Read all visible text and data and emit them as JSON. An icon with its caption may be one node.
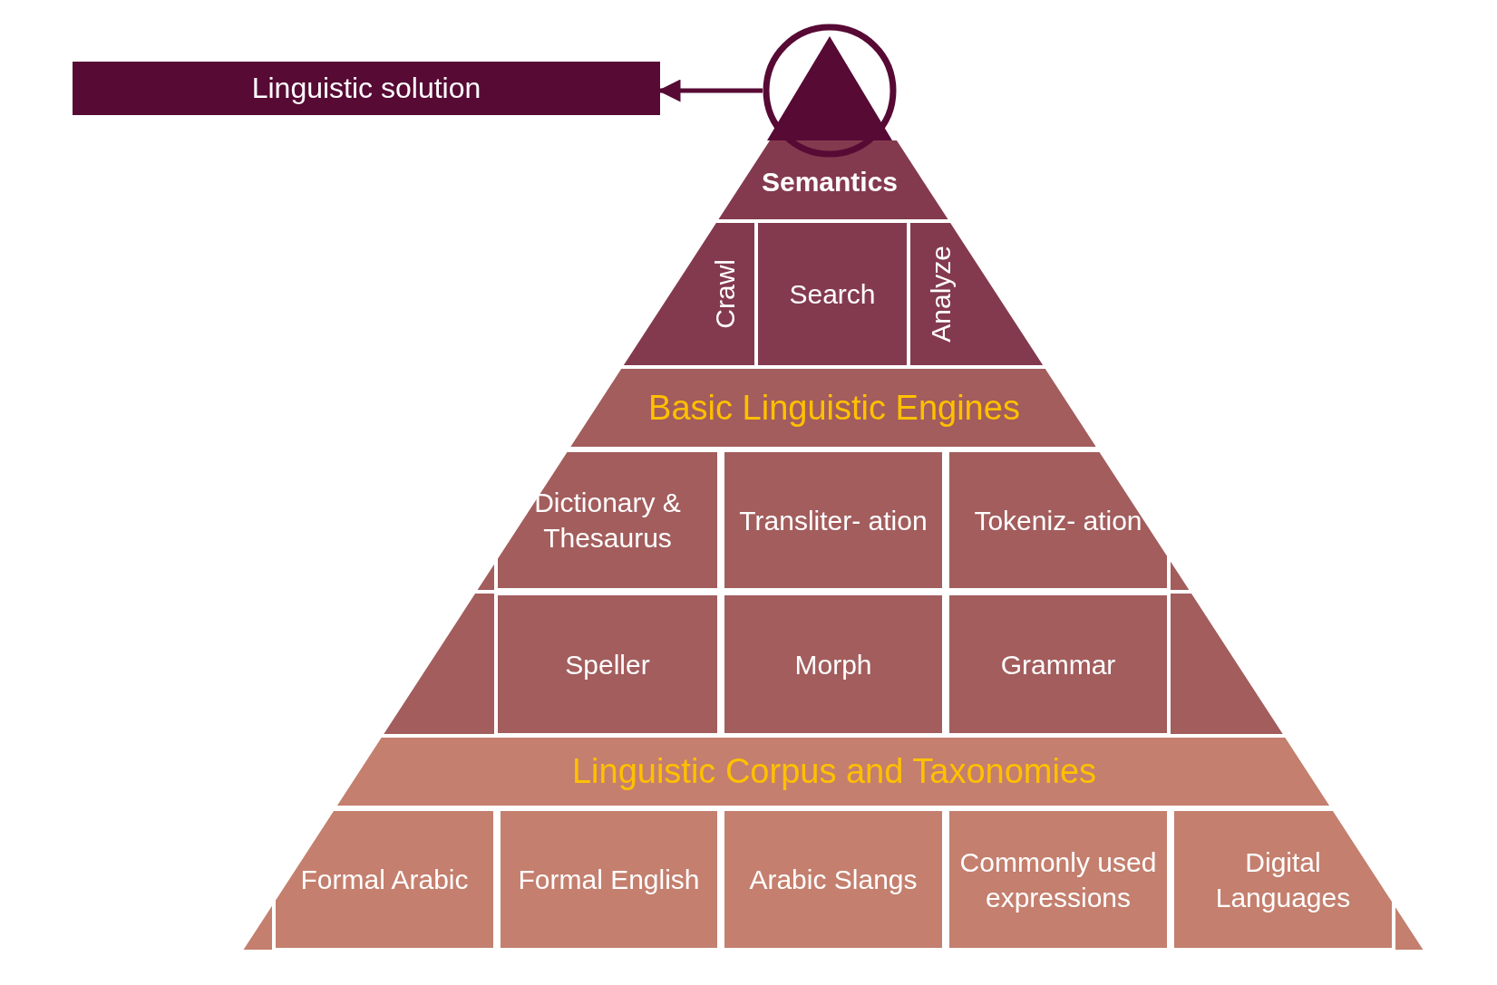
{
  "diagram": {
    "nodes": [
      {
        "text": [
          "Linguistic solution"
        ]
      },
      {
        "text": [],
        "shape": "circle"
      },
      {
        "text": [
          "Semantics"
        ]
      },
      {
        "text": [
          "Crawl"
        ]
      },
      {
        "text": [
          "Search"
        ]
      },
      {
        "text": [
          "Analyze"
        ]
      },
      {
        "text": [
          "Basic Linguistic Engines"
        ]
      },
      {
        "text": [
          "Dictionary & Thesaurus"
        ]
      },
      {
        "text": [
          "Transliter- ation"
        ]
      },
      {
        "text": [
          "Tokeniz- ation"
        ]
      },
      {
        "text": [
          "Speller"
        ]
      },
      {
        "text": [
          "Morph"
        ]
      },
      {
        "text": [
          "Grammar"
        ]
      },
      {
        "text": [
          "Linguistic Corpus and Taxonomies"
        ]
      },
      {
        "text": [
          "Formal Arabic"
        ]
      },
      {
        "text": [
          "Formal English"
        ]
      },
      {
        "text": [
          "Arabic Slangs"
        ]
      },
      {
        "text": [
          "Commonly used expressions"
        ]
      },
      {
        "text": [
          "Digital Languages"
        ]
      }
    ],
    "edges": [
      {
        "from": 1,
        "to": 0,
        "arrow": "to"
      }
    ]
  }
}
